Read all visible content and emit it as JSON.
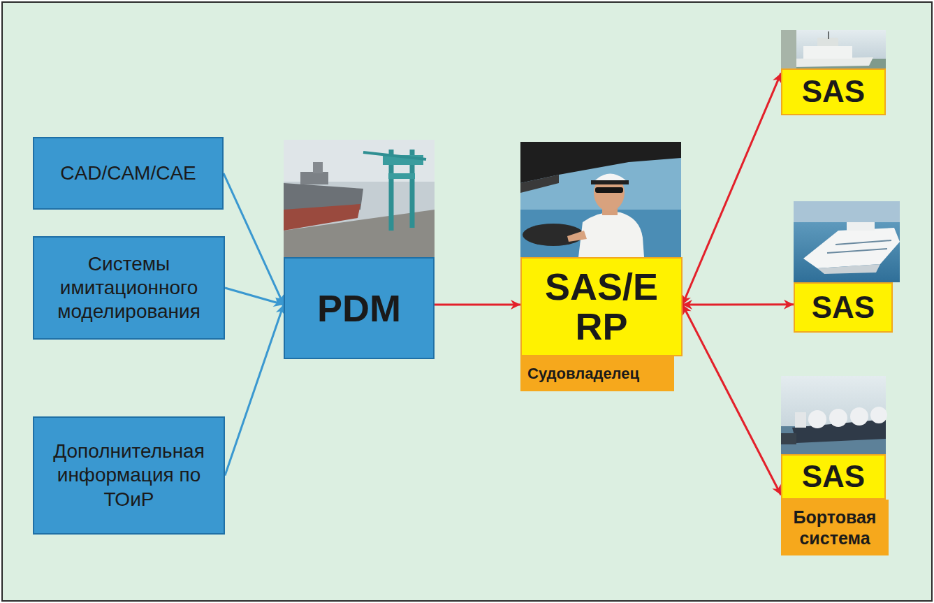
{
  "diagram": {
    "nodes": [
      {
        "text": [
          "CAD/CAM/CAE"
        ]
      },
      {
        "text": [
          "Системы имитационного моделирования"
        ]
      },
      {
        "text": [
          "Дополнительная информация по ТОиР"
        ]
      },
      {
        "text": [
          "PDM"
        ]
      },
      {
        "text": [
          "SAS/E RP",
          "Судовладелец"
        ]
      },
      {
        "text": [
          "SAS"
        ]
      },
      {
        "text": [
          "SAS"
        ]
      },
      {
        "text": [
          "SAS",
          "Бортовая система"
        ]
      }
    ],
    "edges": [
      {
        "from": 0,
        "to": 3,
        "arrow": "to"
      },
      {
        "from": 1,
        "to": 3,
        "arrow": "to"
      },
      {
        "from": 2,
        "to": 3,
        "arrow": "to"
      },
      {
        "from": 3,
        "to": 4,
        "arrow": "to"
      },
      {
        "from": 4,
        "to": 5,
        "arrow": "both"
      },
      {
        "from": 4,
        "to": 6,
        "arrow": "both"
      },
      {
        "from": 4,
        "to": 7,
        "arrow": "both"
      }
    ]
  }
}
